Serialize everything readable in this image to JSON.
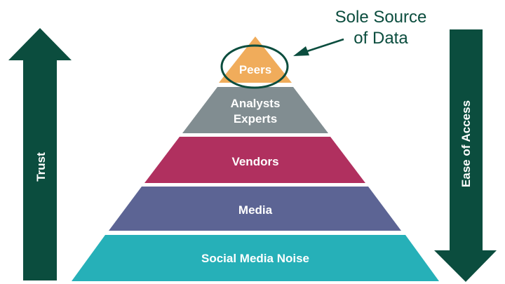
{
  "levels": [
    {
      "id": "peers",
      "label": "Peers",
      "color": "#f0ac5b"
    },
    {
      "id": "analysts-experts",
      "lines": [
        "Analysts",
        "Experts"
      ],
      "color": "#818d91"
    },
    {
      "id": "vendors",
      "label": "Vendors",
      "color": "#b0305f"
    },
    {
      "id": "media",
      "label": "Media",
      "color": "#5c6494"
    },
    {
      "id": "social-media-noise",
      "label": "Social Media Noise",
      "color": "#26b0b8"
    }
  ],
  "left_arrow": {
    "label": "Trust",
    "direction": "up",
    "color": "#0b4d3e"
  },
  "right_arrow": {
    "label": "Ease of Access",
    "direction": "down",
    "color": "#0b4d3e"
  },
  "callout": {
    "lines": [
      "Sole Source",
      "of Data"
    ],
    "color": "#0b4d3e",
    "icon": "arrow-pointer"
  }
}
